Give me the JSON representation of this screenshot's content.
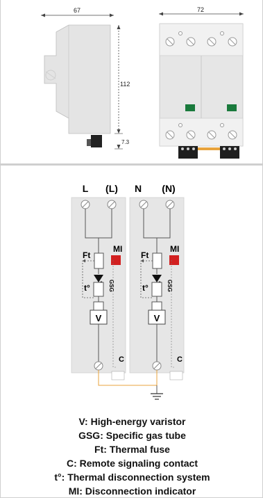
{
  "dimensions": {
    "side_width": "67",
    "front_width": "72",
    "height": "112",
    "foot_depth": "7.3"
  },
  "terminals": {
    "left_pole": [
      "L",
      "(L)"
    ],
    "right_pole": [
      "N",
      "(N)"
    ]
  },
  "schematic_labels": {
    "thermal_fuse": "Ft",
    "indicator": "MI",
    "thermal_system": "t°",
    "gas_tube": "GSG",
    "varistor": "V",
    "contact": "C"
  },
  "legend": [
    "V: High-energy varistor",
    "GSG: Specific gas tube",
    "Ft: Thermal fuse",
    "C: Remote signaling contact",
    "t°: Thermal disconnection system",
    "MI: Disconnection indicator"
  ],
  "colors": {
    "body": "#e2e2e2",
    "indicator_red": "#d21f1f",
    "window_green": "#1a7a3c",
    "wire_orange": "#e8a33c"
  }
}
